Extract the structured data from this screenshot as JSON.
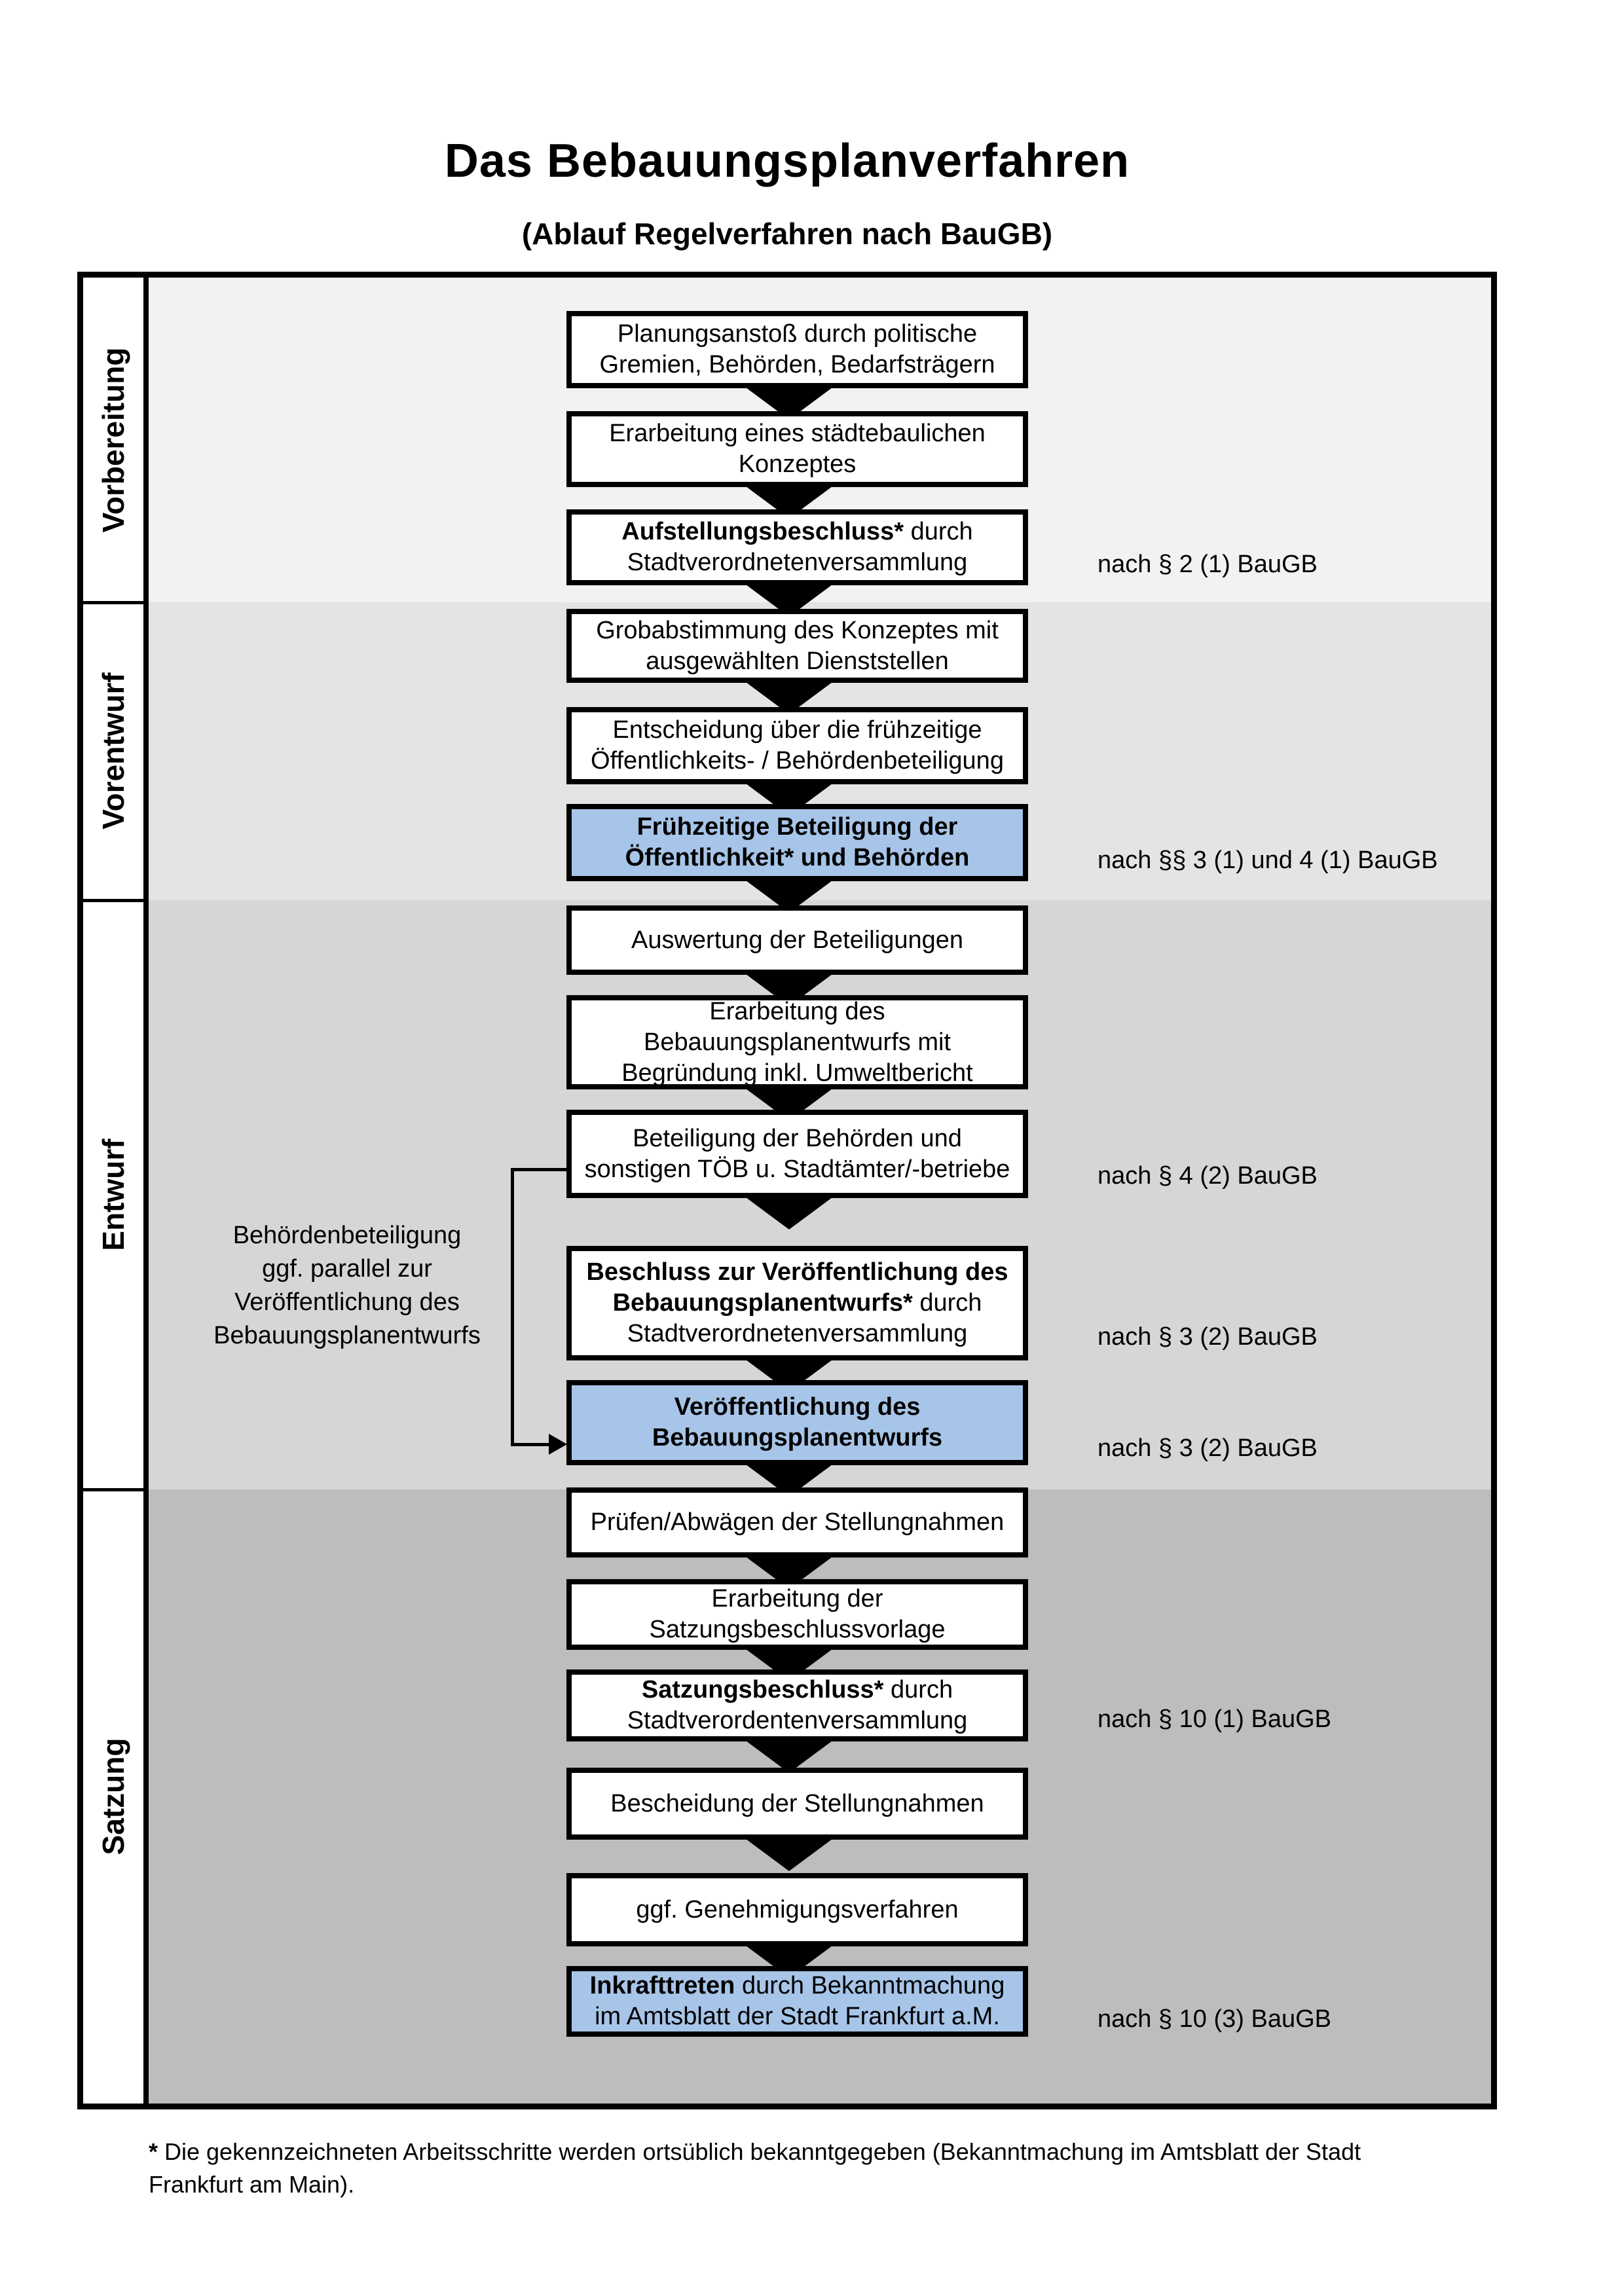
{
  "header": {
    "title": "Das Bebauungsplanverfahren",
    "subtitle": "(Ablauf Regelverfahren nach BauGB)"
  },
  "phases": [
    {
      "label": "Vorbereitung",
      "color": "#f2f2f2"
    },
    {
      "label": "Vorentwurf",
      "color": "#e4e4e4"
    },
    {
      "label": "Entwurf",
      "color": "#d6d6d6"
    },
    {
      "label": "Satzung",
      "color": "#bdbdbd"
    }
  ],
  "colors": {
    "highlight": "#a7c5e8",
    "border": "#000000"
  },
  "steps": [
    {
      "lines": [
        {
          "r": "Planungsanstoß durch politische"
        },
        {
          "r": "Gremien, Behörden, Bedarfsträgern"
        }
      ],
      "highlighted": false,
      "reference": ""
    },
    {
      "lines": [
        {
          "r": "Erarbeitung eines städtebaulichen"
        },
        {
          "r": "Konzeptes"
        }
      ],
      "highlighted": false,
      "reference": ""
    },
    {
      "lines": [
        {
          "b": "Aufstellungsbeschluss*",
          "r": " durch"
        },
        {
          "r": "Stadtverordnetenversammlung"
        }
      ],
      "highlighted": false,
      "reference": "nach § 2 (1) BauGB"
    },
    {
      "lines": [
        {
          "r": "Grobabstimmung des Konzeptes mit"
        },
        {
          "r": "ausgewählten Dienststellen"
        }
      ],
      "highlighted": false,
      "reference": ""
    },
    {
      "lines": [
        {
          "r": "Entscheidung über die frühzeitige"
        },
        {
          "r": "Öffentlichkeits- / Behördenbeteiligung"
        }
      ],
      "highlighted": false,
      "reference": ""
    },
    {
      "lines": [
        {
          "b": "Frühzeitige Beteiligung der"
        },
        {
          "b": "Öffentlichkeit* und Behörden"
        }
      ],
      "highlighted": true,
      "reference": "nach §§ 3 (1) und 4 (1) BauGB"
    },
    {
      "lines": [
        {
          "r": "Auswertung der Beteiligungen"
        }
      ],
      "highlighted": false,
      "reference": ""
    },
    {
      "lines": [
        {
          "r": "Erarbeitung des"
        },
        {
          "r": "Bebauungsplanentwurfs mit"
        },
        {
          "r": "Begründung inkl. Umweltbericht"
        }
      ],
      "highlighted": false,
      "reference": ""
    },
    {
      "lines": [
        {
          "r": "Beteiligung der Behörden und"
        },
        {
          "r": "sonstigen TÖB u. Stadtämter/-betriebe"
        }
      ],
      "highlighted": false,
      "reference": "nach § 4 (2) BauGB"
    },
    {
      "lines": [
        {
          "b": "Beschluss zur Veröffentlichung des"
        },
        {
          "b": "Bebauungsplanentwurfs*",
          "r": " durch"
        },
        {
          "r": "Stadtverordnetenversammlung"
        }
      ],
      "highlighted": false,
      "reference": "nach § 3 (2) BauGB"
    },
    {
      "lines": [
        {
          "b": "Veröffentlichung des"
        },
        {
          "b": "Bebauungsplanentwurfs"
        }
      ],
      "highlighted": true,
      "reference": "nach § 3 (2) BauGB"
    },
    {
      "lines": [
        {
          "r": "Prüfen/Abwägen der Stellungnahmen"
        }
      ],
      "highlighted": false,
      "reference": ""
    },
    {
      "lines": [
        {
          "r": "Erarbeitung der"
        },
        {
          "r": "Satzungsbeschlussvorlage"
        }
      ],
      "highlighted": false,
      "reference": ""
    },
    {
      "lines": [
        {
          "b": "Satzungsbeschluss*",
          "r": " durch"
        },
        {
          "r": "Stadtverordentenversammlung"
        }
      ],
      "highlighted": false,
      "reference": "nach § 10 (1) BauGB"
    },
    {
      "lines": [
        {
          "r": "Bescheidung der Stellungnahmen"
        }
      ],
      "highlighted": false,
      "reference": ""
    },
    {
      "lines": [
        {
          "r": "ggf. Genehmigungsverfahren"
        }
      ],
      "highlighted": false,
      "reference": ""
    },
    {
      "lines": [
        {
          "b": "Inkrafttreten",
          "r": " durch Bekanntmachung"
        },
        {
          "r": "im Amtsblatt der Stadt Frankfurt a.M."
        }
      ],
      "highlighted": true,
      "reference": "nach § 10 (3) BauGB"
    }
  ],
  "annotation": {
    "lines": [
      "Behördenbeteiligung",
      "ggf. parallel zur",
      "Veröffentlichung des",
      "Bebauungsplanentwurfs"
    ]
  },
  "footnote": {
    "star": "*",
    "line1": " Die gekennzeichneten Arbeitsschritte werden ortsüblich bekanntgegeben (Bekanntmachung im Amtsblatt  der Stadt",
    "line2": "Frankfurt am Main)."
  }
}
